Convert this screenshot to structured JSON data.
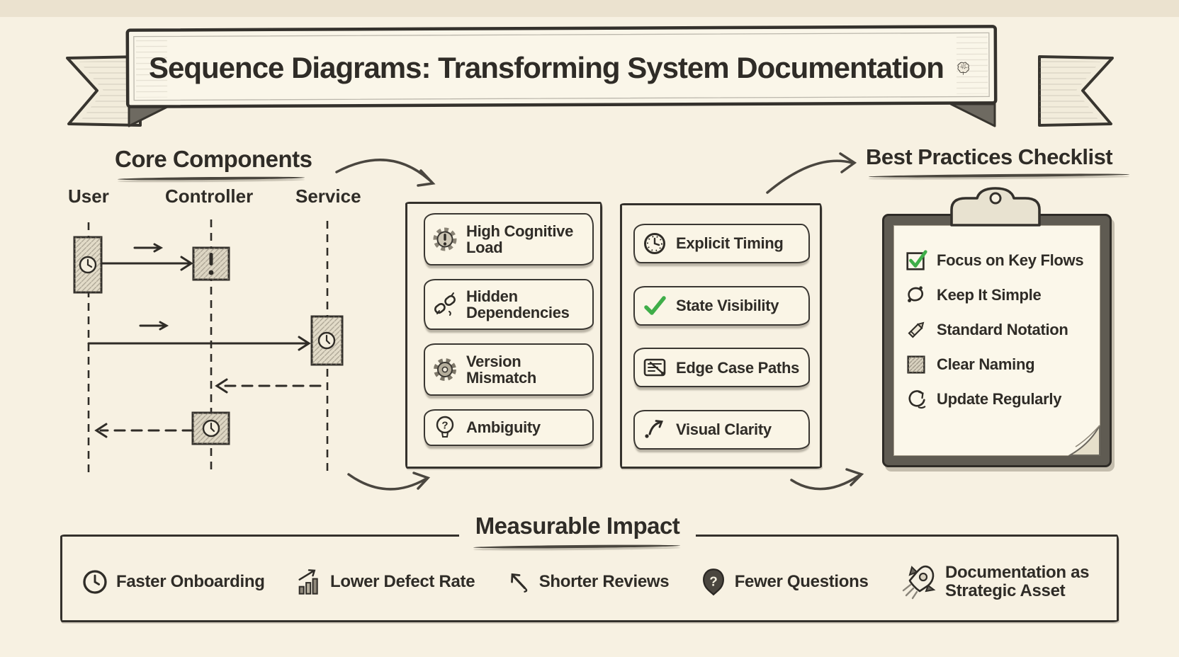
{
  "banner": {
    "title": "Sequence Diagrams: Transforming System Documentation"
  },
  "core": {
    "heading": "Core Components",
    "lifelines": [
      {
        "label": "User"
      },
      {
        "label": "Controller"
      },
      {
        "label": "Service"
      }
    ]
  },
  "problems": {
    "items": [
      {
        "icon": "alert-gear-icon",
        "label": "High Cognitive Load"
      },
      {
        "icon": "broken-link-icon",
        "label": "Hidden Dependencies"
      },
      {
        "icon": "gear-icon",
        "label": "Version Mismatch"
      },
      {
        "icon": "question-bulb-icon",
        "label": "Ambiguity"
      }
    ]
  },
  "benefits": {
    "items": [
      {
        "icon": "clock-icon",
        "label": "Explicit Timing"
      },
      {
        "icon": "check-icon",
        "label": "State Visibility"
      },
      {
        "icon": "edge-case-icon",
        "label": "Edge Case Paths"
      },
      {
        "icon": "curved-arrow-icon",
        "label": "Visual Clarity"
      }
    ]
  },
  "checklist": {
    "heading": "Best Practices Checklist",
    "items": [
      {
        "icon": "checkbox-check-icon",
        "label": "Focus on Key Flows"
      },
      {
        "icon": "loop-icon",
        "label": "Keep It Simple"
      },
      {
        "icon": "pencil-icon",
        "label": "Standard Notation"
      },
      {
        "icon": "hatched-square-icon",
        "label": "Clear Naming"
      },
      {
        "icon": "refresh-icon",
        "label": "Update Regularly"
      }
    ]
  },
  "impact": {
    "heading": "Measurable Impact",
    "items": [
      {
        "icon": "clock-icon",
        "label": "Faster Onboarding"
      },
      {
        "icon": "bar-chart-icon",
        "label": "Lower Defect Rate"
      },
      {
        "icon": "arrow-up-left-icon",
        "label": "Shorter Reviews"
      },
      {
        "icon": "question-badge-icon",
        "label": "Fewer Questions"
      },
      {
        "icon": "rocket-icon",
        "label": "Documentation as Strategic Asset"
      }
    ]
  },
  "glyphs": {
    "question": "?"
  },
  "colors": {
    "ink": "#2f2c27",
    "paper": "#f7f1e2",
    "panel_bg": "#faf5e6",
    "accent_green": "#3fae49"
  }
}
